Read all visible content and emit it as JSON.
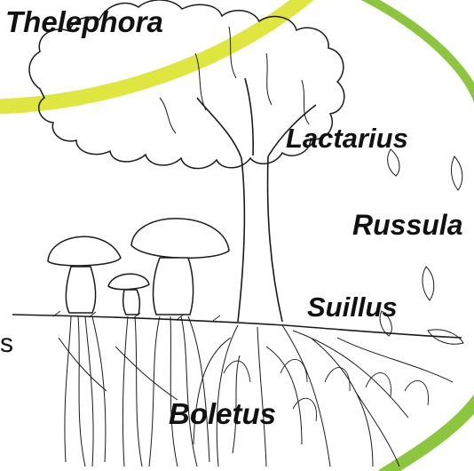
{
  "labels": {
    "thelephora": "Thelephora",
    "lactarius": "Lactarius",
    "russula": "Russula",
    "suillus": "Suillus",
    "boletus": "Boletus",
    "left_edge": "s"
  },
  "colors": {
    "outline": "#1a1a1a",
    "yellow_band": "#dfe640",
    "green_band": "#8cc63f",
    "background": "#ffffff"
  }
}
